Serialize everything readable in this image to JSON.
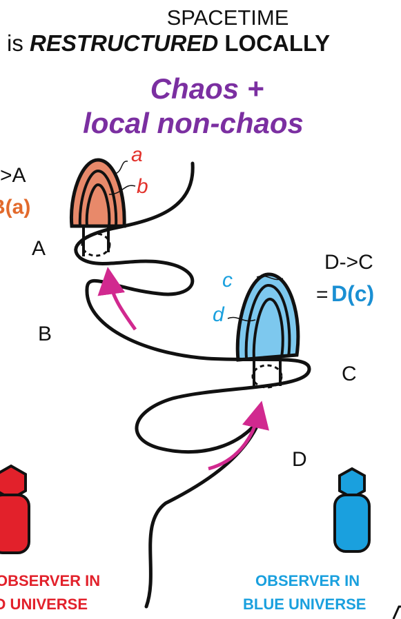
{
  "title": {
    "line1": "SPACETIME",
    "line2_prefix": "is",
    "line2_emph": "RESTRUCTURED",
    "line2_suffix": "LOCALLY"
  },
  "phrase": {
    "line1": "Chaos +",
    "line2": "local non-chaos"
  },
  "labels": {
    "left_partial_1": ">A",
    "left_partial_2": "B(a)",
    "A": "A",
    "B": "B",
    "C": "C",
    "D": "D",
    "a": "a",
    "b": "b",
    "c": "c",
    "d": "d",
    "right_1": "D->C",
    "right_2_eq": "=",
    "right_2": "D(c)"
  },
  "observers": {
    "red_line1": "OBSERVER IN",
    "red_line2": "RED UNIVERSE",
    "blue_line1": "OBSERVER IN",
    "blue_line2": "BLUE UNIVERSE"
  },
  "colors": {
    "purple": "#7b2fa1",
    "red": "#e2212b",
    "orange_fill": "#e8896a",
    "blue_fill": "#7dc8ee",
    "blue": "#1aa0de",
    "magenta_arrow": "#d1298f",
    "outline": "#111111"
  }
}
